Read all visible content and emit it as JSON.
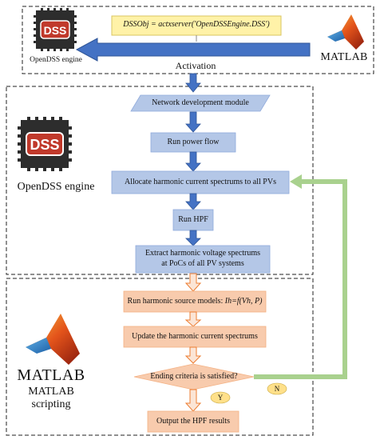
{
  "colors": {
    "blue_box": "#b4c7e7",
    "blue_arrow": "#4472c4",
    "orange_box": "#f8cbad",
    "orange_arrow_stroke": "#ed7d31",
    "green_feedback": "#a9d18e",
    "yellow_callout": "#fff2a8",
    "yellow_tag": "#ffe08a",
    "dss_red": "#c0392b"
  },
  "activation": {
    "code": "DSSObj = actxserver('OpenDSSEngine.DSS')",
    "label": "Activation",
    "engine_caption": "OpenDSS engine",
    "matlab_caption": "MATLAB"
  },
  "middle": {
    "engine_caption": "OpenDSS engine",
    "steps": [
      "Network development module",
      "Run power flow",
      "Allocate harmonic current spectrums to all PVs",
      "Run HPF",
      "Extract harmonic voltage spectrums",
      "at PoCs of all PV systems"
    ]
  },
  "bottom": {
    "matlab_title": "MATLAB",
    "matlab_sub1": "MATLAB",
    "matlab_sub2": "scripting",
    "step_models_prefix": "Run harmonic source models: ",
    "step_models_formula": "Ih=f(Vh, P)",
    "step_update": "Update the harmonic current spectrums",
    "decision": "Ending criteria is satisfied?",
    "yes": "Y",
    "no": "N",
    "output": "Output the HPF results"
  },
  "icons": [
    "dss-chip-icon",
    "matlab-logo-icon"
  ]
}
